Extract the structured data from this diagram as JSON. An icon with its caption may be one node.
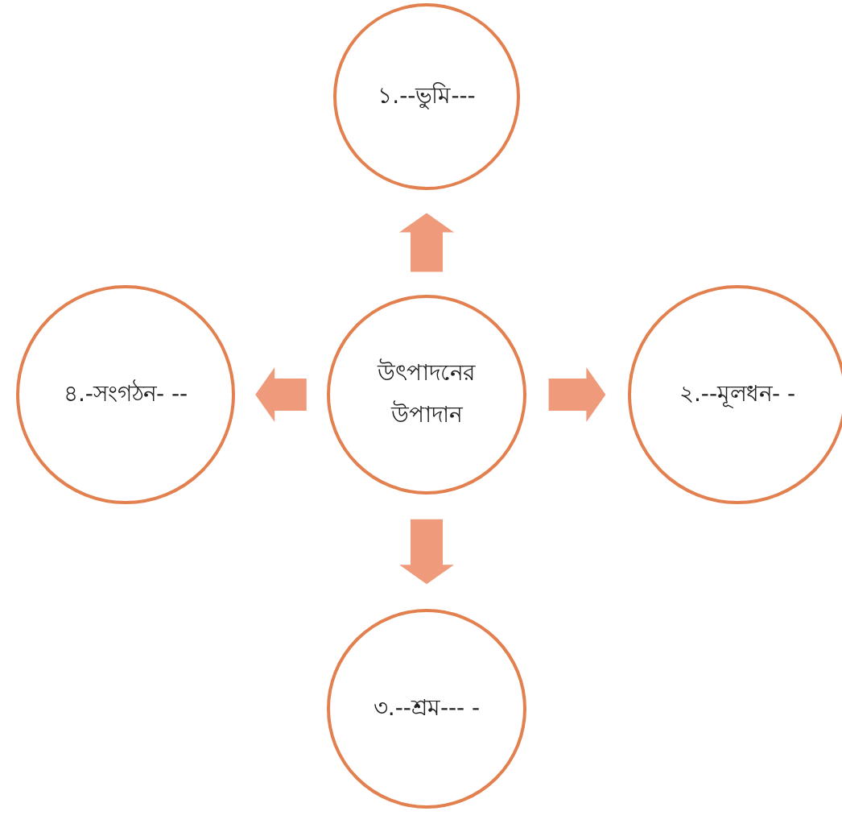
{
  "diagram": {
    "nodes": [
      {
        "text": [
          "উৎপাদনের উপাদান"
        ]
      },
      {
        "text": [
          "১.--ভুমি---"
        ]
      },
      {
        "text": [
          "২.--মূলধন- -"
        ]
      },
      {
        "text": [
          "৩.--শ্রম--- -"
        ]
      },
      {
        "text": [
          "৪.-সংগঠন- --"
        ]
      }
    ],
    "edges": [
      {
        "from": 0,
        "to": 1,
        "arrow": "to"
      },
      {
        "from": 0,
        "to": 2,
        "arrow": "to"
      },
      {
        "from": 0,
        "to": 3,
        "arrow": "to"
      },
      {
        "from": 0,
        "to": 4,
        "arrow": "to"
      }
    ]
  }
}
